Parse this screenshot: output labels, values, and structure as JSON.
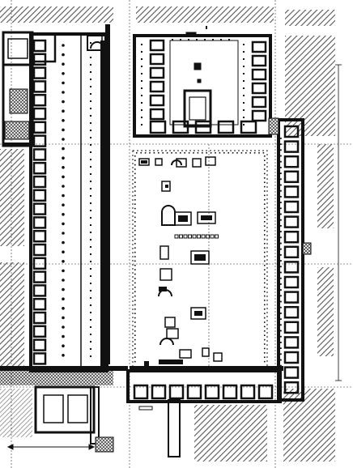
{
  "map": {
    "style": "archaeological ground plan, black ink on white",
    "colors": {
      "ink": "#111111",
      "hatch": "#555555",
      "paper": "#ffffff",
      "dashed": "#333333"
    },
    "scale_bar": {
      "label": ""
    },
    "features": [
      "long-colonnade-block-left",
      "upper-courtyard-block",
      "central-open-forum",
      "right-wing-rooms",
      "hatched-street-blocks"
    ]
  }
}
